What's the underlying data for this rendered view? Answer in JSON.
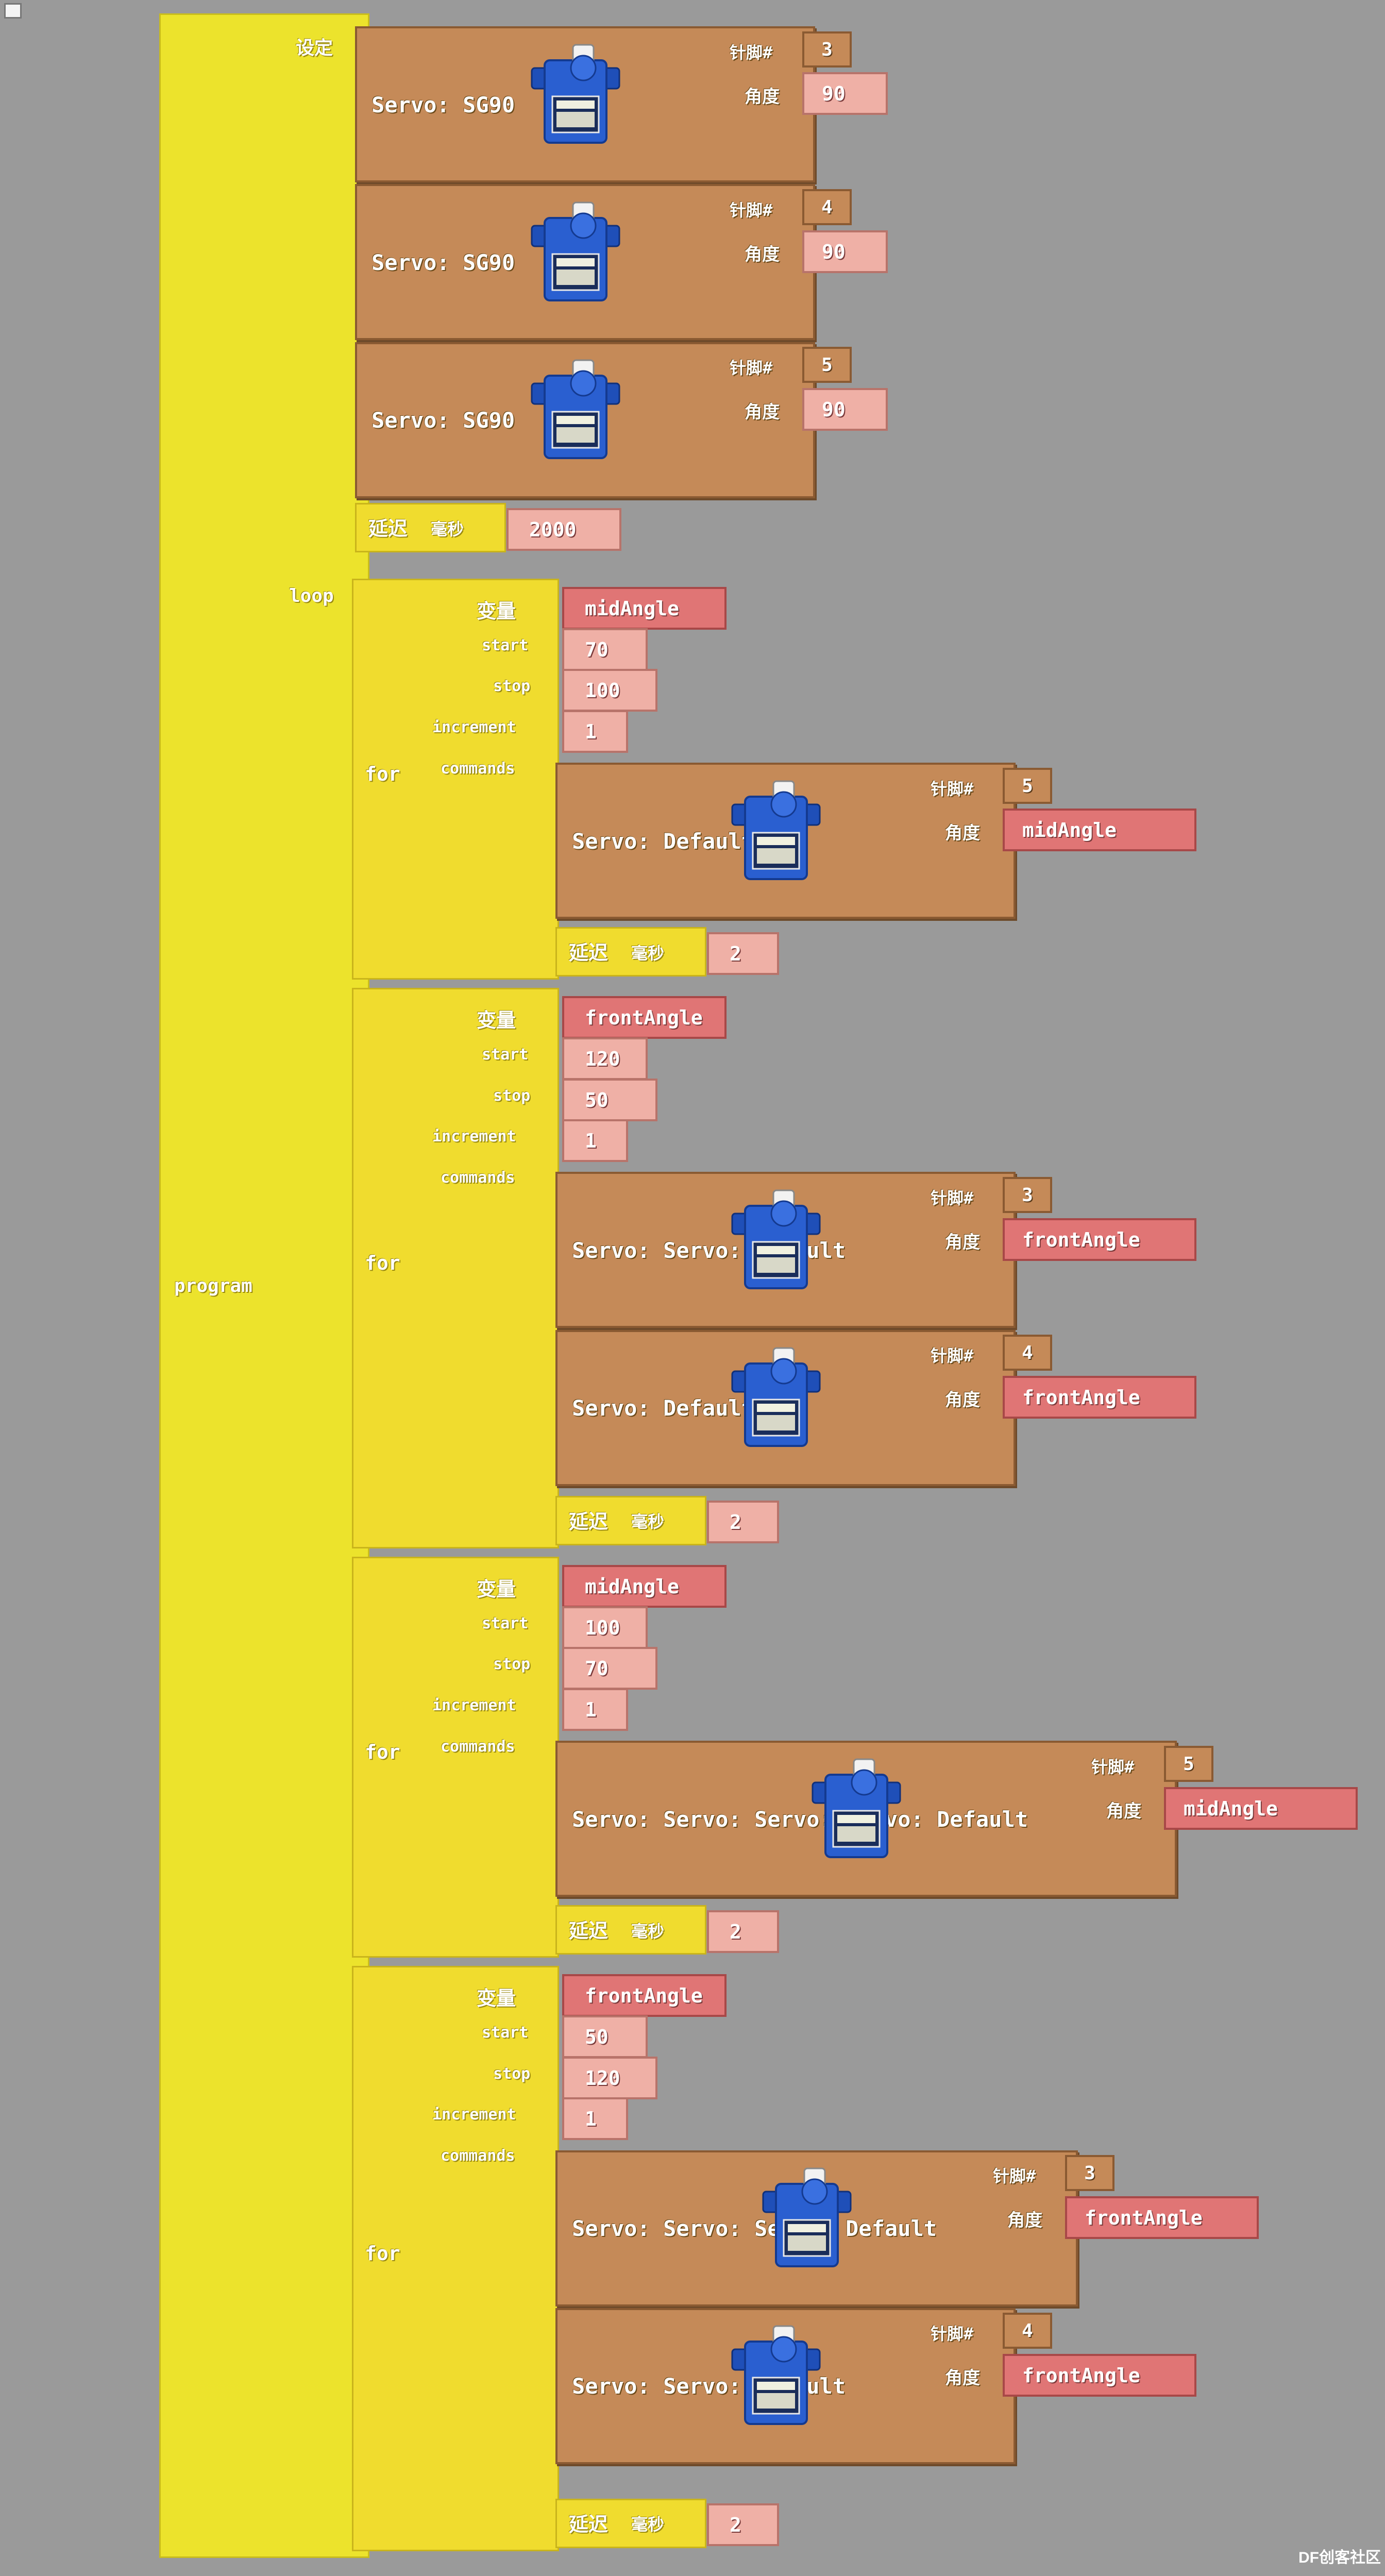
{
  "window": {
    "corner_icon": "window-icon"
  },
  "labels": {
    "setup": "设定",
    "loop": "loop",
    "program": "program",
    "for": "for",
    "var": "变量",
    "start": "start",
    "stop": "stop",
    "increment": "increment",
    "commands": "commands",
    "delay": "延迟",
    "ms": "毫秒",
    "pin": "针脚#",
    "angle": "角度"
  },
  "setup_servos": [
    {
      "title": "Servo: SG90",
      "pin": "3",
      "angle": "90"
    },
    {
      "title": "Servo: SG90",
      "pin": "4",
      "angle": "90"
    },
    {
      "title": "Servo: SG90",
      "pin": "5",
      "angle": "90"
    }
  ],
  "setup_delay": "2000",
  "loops": [
    {
      "variable": "midAngle",
      "start": "70",
      "stop": "100",
      "increment": "1",
      "servos": [
        {
          "title": "Servo: Default",
          "pin": "5",
          "angle": "midAngle"
        }
      ],
      "delay": "2"
    },
    {
      "variable": "frontAngle",
      "start": "120",
      "stop": "50",
      "increment": "1",
      "servos": [
        {
          "title": "Servo: Servo: Default",
          "pin": "3",
          "angle": "frontAngle"
        },
        {
          "title": "Servo: Default",
          "pin": "4",
          "angle": "frontAngle"
        }
      ],
      "delay": "2"
    },
    {
      "variable": "midAngle",
      "start": "100",
      "stop": "70",
      "increment": "1",
      "servos": [
        {
          "title": "Servo: Servo: Servo: Servo: Default",
          "pin": "5",
          "angle": "midAngle"
        }
      ],
      "delay": "2"
    },
    {
      "variable": "frontAngle",
      "start": "50",
      "stop": "120",
      "increment": "1",
      "servos": [
        {
          "title": "Servo: Servo: Servo: Default",
          "pin": "3",
          "angle": "frontAngle"
        },
        {
          "title": "Servo: Servo: Default",
          "pin": "4",
          "angle": "frontAngle"
        }
      ],
      "delay": "2"
    }
  ],
  "watermark": "DF创客社区",
  "colors": {
    "background": "#9a9a9a",
    "program_block": "#ece32c",
    "loop_block": "#f0dc2e",
    "servo_block": "#c58a58",
    "number_pill": "#efb0a6",
    "variable_pill": "#e07575",
    "servo_body": "#2a5fd0"
  }
}
